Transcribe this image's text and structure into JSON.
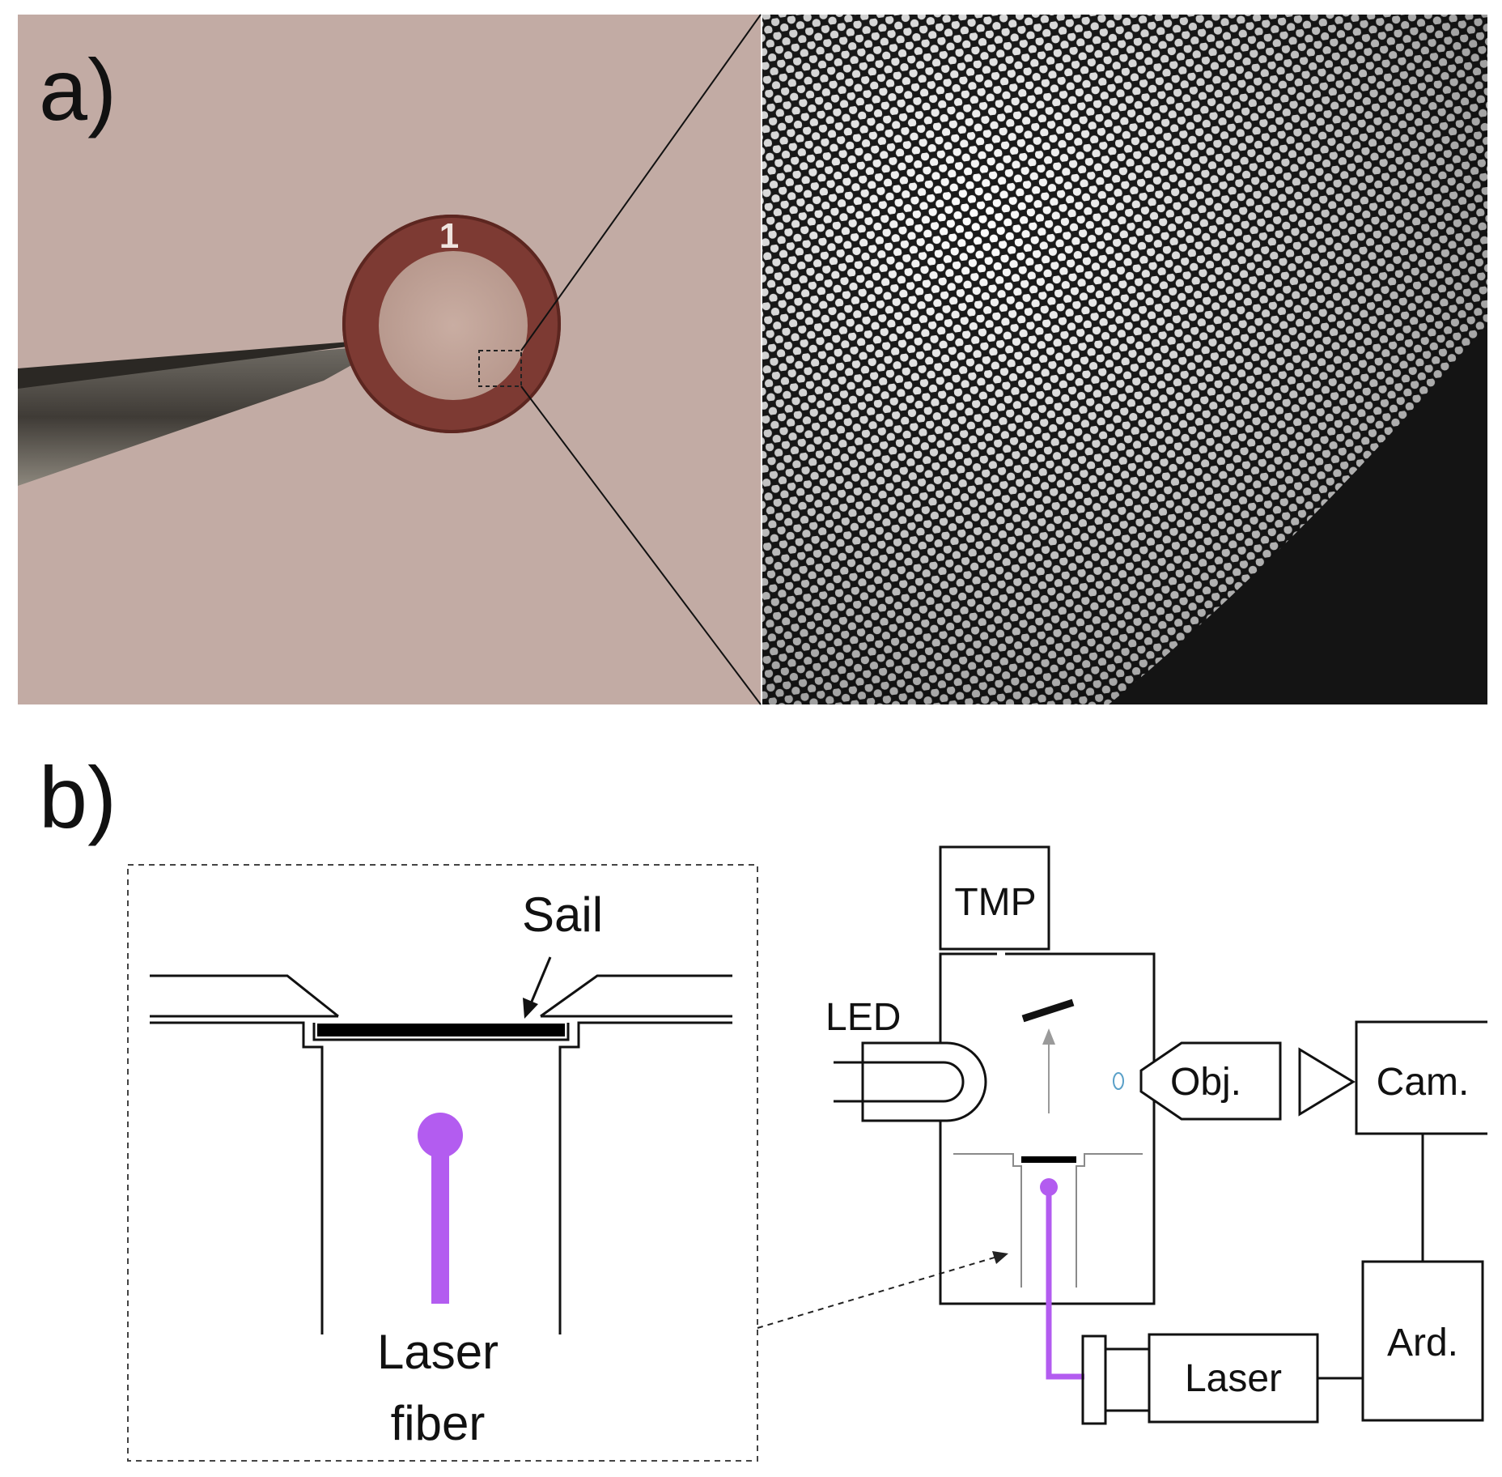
{
  "panel_a": {
    "label": "a)",
    "grid_number": "1"
  },
  "panel_b": {
    "label": "b)",
    "inset": {
      "sail_label": "Sail",
      "fiber_label_line1": "Laser",
      "fiber_label_line2": "fiber"
    },
    "setup": {
      "tmp_label": "TMP",
      "led_label": "LED",
      "objective_label": "Obj.",
      "camera_label": "Cam.",
      "laser_label": "Laser",
      "arduino_label": "Ard."
    }
  },
  "colors": {
    "laser_fiber": "#b35cf0",
    "photo_background": "#c6b0a9",
    "grid_ring": "#7d3a33",
    "micrograph_dark": "#141414"
  }
}
